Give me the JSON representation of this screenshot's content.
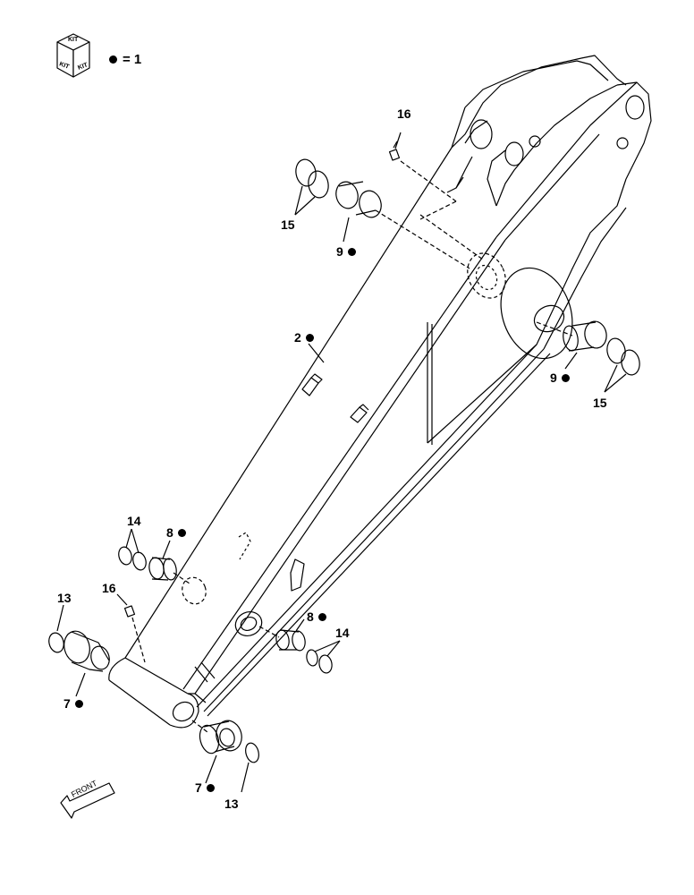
{
  "kit_icon": {
    "top_text": "KIT",
    "left_text": "KIT",
    "right_text": "KIT",
    "legend_text": "= 1"
  },
  "front_arrow": {
    "label": "FRONT"
  },
  "callouts": {
    "c16a": "16",
    "c15a": "15",
    "c9a": "9",
    "c2": "2",
    "c9b": "9",
    "c15b": "15",
    "c14a": "14",
    "c8a": "8",
    "c16b": "16",
    "c13a": "13",
    "c8b": "8",
    "c14b": "14",
    "c7a": "7",
    "c7b": "7",
    "c13b": "13"
  }
}
